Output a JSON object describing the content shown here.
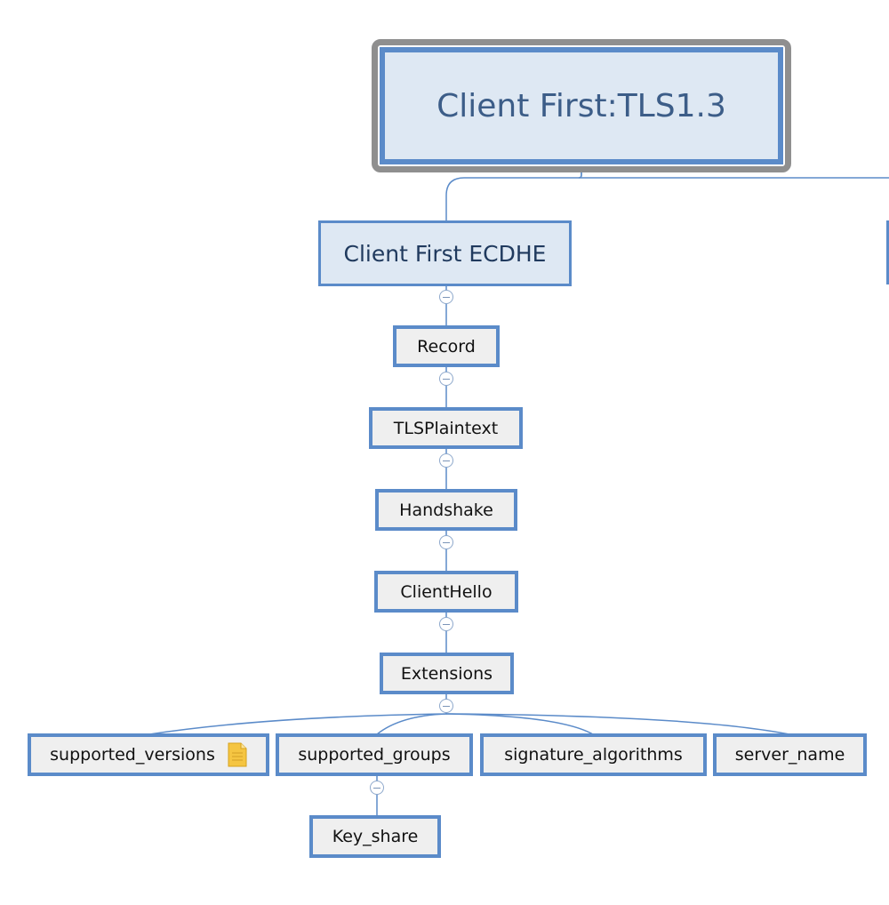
{
  "root": {
    "label": "Client First:TLS1.3"
  },
  "branch": {
    "label": "Client First ECDHE",
    "chain": [
      {
        "label": "Record"
      },
      {
        "label": "TLSPlaintext"
      },
      {
        "label": "Handshake"
      },
      {
        "label": "ClientHello"
      },
      {
        "label": "Extensions"
      }
    ],
    "extensions": [
      {
        "label": "supported_versions",
        "icon": "note-icon"
      },
      {
        "label": "supported_groups"
      },
      {
        "label": "signature_algorithms"
      },
      {
        "label": "server_name"
      }
    ],
    "groups_children": [
      {
        "label": "Key_share"
      }
    ]
  },
  "colors": {
    "accent": "#5b8bc9",
    "root_outline": "#8f8f8f",
    "level1_fill": "#dee8f3",
    "node_fill": "#efefef",
    "note_icon": "#f5c542"
  }
}
